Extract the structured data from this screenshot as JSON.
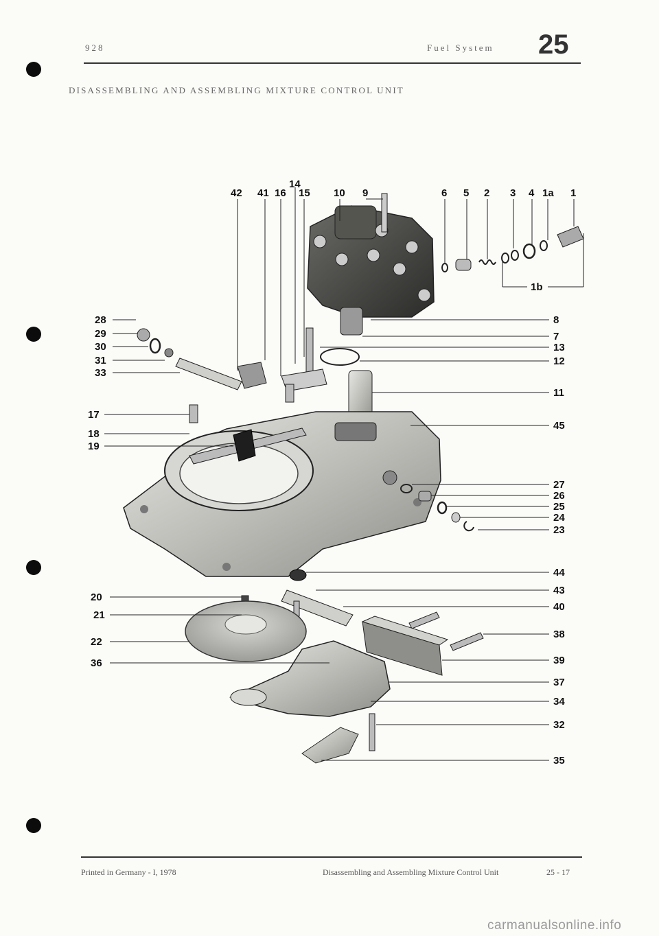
{
  "header": {
    "model": "928",
    "section": "Fuel System",
    "group_number": "25"
  },
  "title": "DISASSEMBLING AND ASSEMBLING MIXTURE CONTROL UNIT",
  "diagram": {
    "callouts_top": [
      "14",
      "42",
      "41",
      "16",
      "15",
      "10",
      "9",
      "6",
      "5",
      "2",
      "3",
      "4",
      "1a",
      "1",
      "1b"
    ],
    "callouts_left": [
      "28",
      "29",
      "30",
      "31",
      "33",
      "17",
      "18",
      "19",
      "20",
      "21",
      "22",
      "36"
    ],
    "callouts_right": [
      "8",
      "7",
      "13",
      "12",
      "11",
      "45",
      "27",
      "26",
      "25",
      "24",
      "23",
      "44",
      "43",
      "40",
      "38",
      "39",
      "37",
      "34",
      "32",
      "35"
    ]
  },
  "footer": {
    "printed": "Printed in Germany - I, 1978",
    "caption": "Disassembling and Assembling Mixture Control Unit",
    "page": "25 - 17"
  },
  "watermark": "carmanualsonline.info"
}
